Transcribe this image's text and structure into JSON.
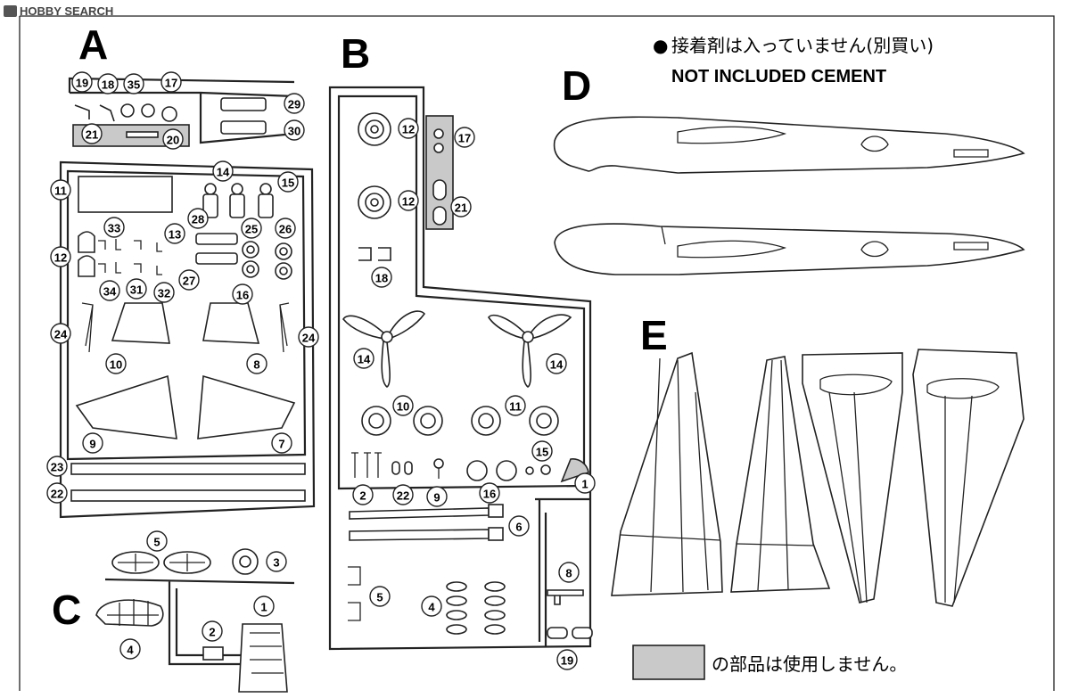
{
  "watermark": "HOBBY SEARCH",
  "frames": {
    "a": "A",
    "b": "B",
    "c": "C",
    "d": "D",
    "e": "E"
  },
  "notes": {
    "cement_jp": "接着剤は入っていません(別買い)",
    "cement_en": "NOT INCLUDED CEMENT",
    "unused_jp": "の部品は使用しません。"
  },
  "bullet": "●",
  "part_numbers": {
    "a": [
      "19",
      "18",
      "35",
      "17",
      "29",
      "30",
      "21",
      "20",
      "14",
      "15",
      "11",
      "28",
      "25",
      "26",
      "33",
      "13",
      "12",
      "27",
      "16",
      "34",
      "31",
      "32",
      "24",
      "10",
      "8",
      "24",
      "9",
      "7",
      "23",
      "22"
    ],
    "b": [
      "12",
      "17",
      "12",
      "21",
      "18",
      "14",
      "14",
      "10",
      "11",
      "15",
      "2",
      "22",
      "9",
      "16",
      "1",
      "6",
      "8",
      "5",
      "4",
      "19"
    ],
    "c": [
      "5",
      "3",
      "1",
      "4",
      "2"
    ]
  },
  "colors": {
    "ink": "#222222",
    "unused_fill": "#c9c9c9"
  }
}
